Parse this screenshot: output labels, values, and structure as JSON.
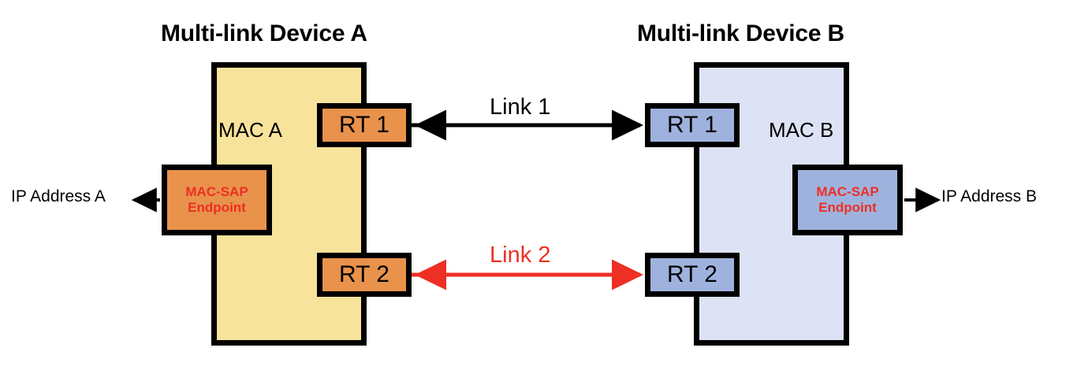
{
  "diagram": {
    "title": "Multi-link Device A / Multi-link Device B link diagram",
    "colors": {
      "device_a_fill": "#F8E39C",
      "device_b_fill": "#DDE2F4",
      "node_a_fill": "#E8924B",
      "node_b_fill": "#9FB2DE",
      "outline": "#000000",
      "accent_red": "#ED2F24",
      "link1_color": "#000000",
      "link2_color": "#ED2F24"
    }
  },
  "devices": [
    {
      "id": "device-a",
      "title": "Multi-link Device A",
      "mac_label": "MAC A",
      "sap": {
        "line1": "MAC-SAP",
        "line2": "Endpoint"
      },
      "radios": [
        {
          "id": "rt1-a",
          "label": "RT 1"
        },
        {
          "id": "rt2-a",
          "label": "RT 2"
        }
      ],
      "ip_label": "IP Address  A"
    },
    {
      "id": "device-b",
      "title": "Multi-link Device B",
      "mac_label": "MAC B",
      "sap": {
        "line1": "MAC-SAP",
        "line2": "Endpoint"
      },
      "radios": [
        {
          "id": "rt1-b",
          "label": "RT 1"
        },
        {
          "id": "rt2-b",
          "label": "RT 2"
        }
      ],
      "ip_label": "IP Address  B"
    }
  ],
  "links": [
    {
      "id": "link-1",
      "label": "Link 1",
      "color": "#000000",
      "from": "RT 1",
      "to": "RT 1",
      "arrow": "bidirectional"
    },
    {
      "id": "link-2",
      "label": "Link 2",
      "color": "#ED2F24",
      "from": "RT 2",
      "to": "RT 2",
      "arrow": "bidirectional"
    }
  ]
}
